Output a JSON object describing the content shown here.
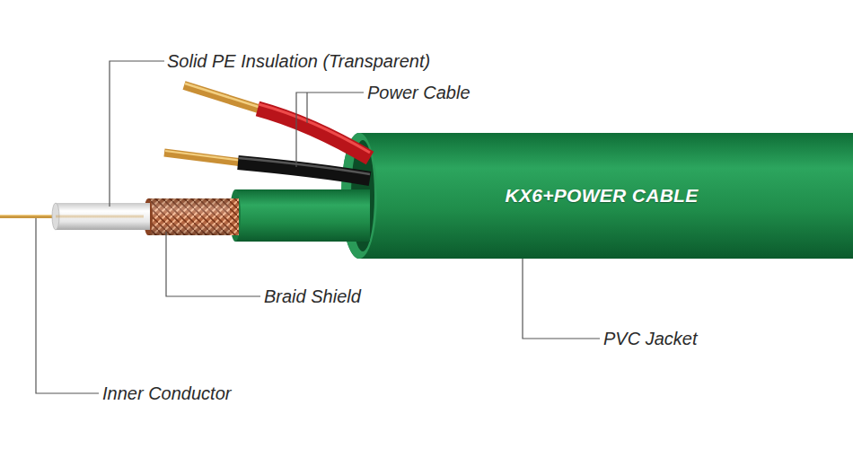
{
  "diagram": {
    "nodes": [
      {
        "text": [
          "KX6+POWER CABLE"
        ]
      }
    ],
    "labels": [
      "Solid PE Insulation (Transparent)",
      "Power Cable",
      "Braid Shield",
      "PVC Jacket",
      "Inner Conductor"
    ]
  }
}
